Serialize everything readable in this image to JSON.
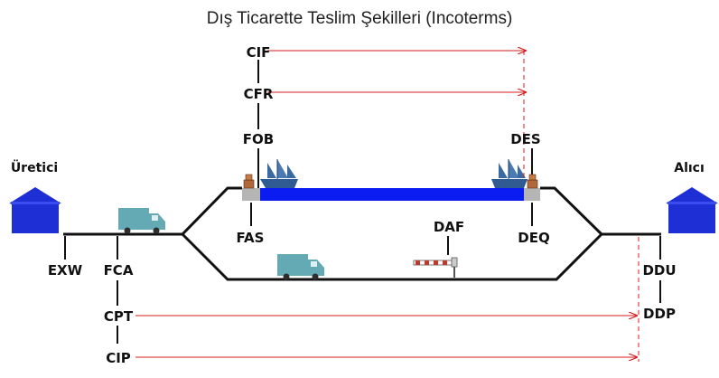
{
  "title": "Dış Ticarette Teslim Şekilleri (Incoterms)",
  "parties": {
    "seller": "Üretici",
    "buyer": "Alıcı"
  },
  "terms": {
    "cif": "CIF",
    "cfr": "CFR",
    "fob": "FOB",
    "des": "DES",
    "fas": "FAS",
    "deq": "DEQ",
    "daf": "DAF",
    "exw": "EXW",
    "fca": "FCA",
    "cpt": "CPT",
    "cip": "CIP",
    "ddu": "DDU",
    "ddp": "DDP"
  },
  "colors": {
    "house": "#1f2fd6",
    "water": "#0b1cf2",
    "truck": "#63aab5",
    "arrow": "#d81e1e",
    "ship": "#3a6aa4",
    "line": "#111111",
    "dock": "#b5b5b5",
    "bollard": "#b0683a"
  },
  "icons": [
    "house-icon",
    "truck-icon",
    "ship-icon",
    "barrier-icon",
    "bollard-icon"
  ]
}
